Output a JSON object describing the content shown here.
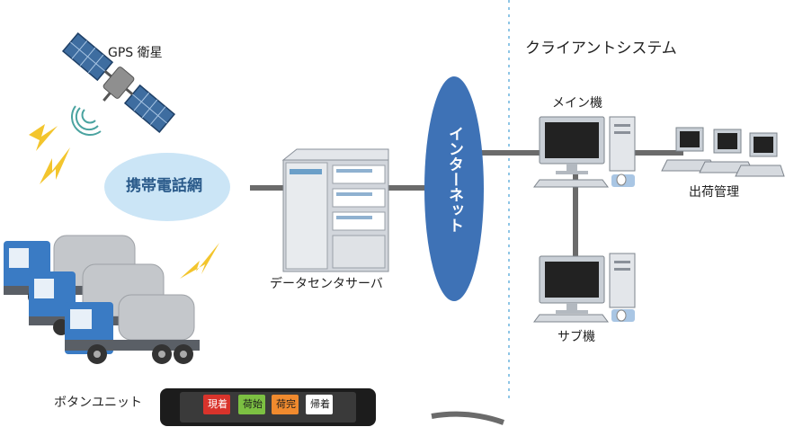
{
  "labels": {
    "gps": "GPS 衛星",
    "mobile_network": "携帯電話網",
    "data_center": "データセンタサーバ",
    "internet": "インターネット",
    "client_system": "クライアントシステム",
    "main_pc": "メイン機",
    "sub_pc": "サブ機",
    "shipping": "出荷管理",
    "button_unit": "ボタンユニット"
  },
  "buttons": [
    {
      "label": "現着",
      "color": "#d9332b"
    },
    {
      "label": "荷始",
      "color": "#7cc042"
    },
    {
      "label": "荷完",
      "color": "#f08a2e"
    },
    {
      "label": "帰着",
      "color": "#ffffff"
    }
  ],
  "colors": {
    "bubble": "#cbe5f6",
    "internet": "#3e72b6",
    "truck_cab": "#3a7bc4",
    "lightning": "#f3c52d",
    "connector": "#6b6b6b",
    "divider": "#8fc6e6"
  }
}
